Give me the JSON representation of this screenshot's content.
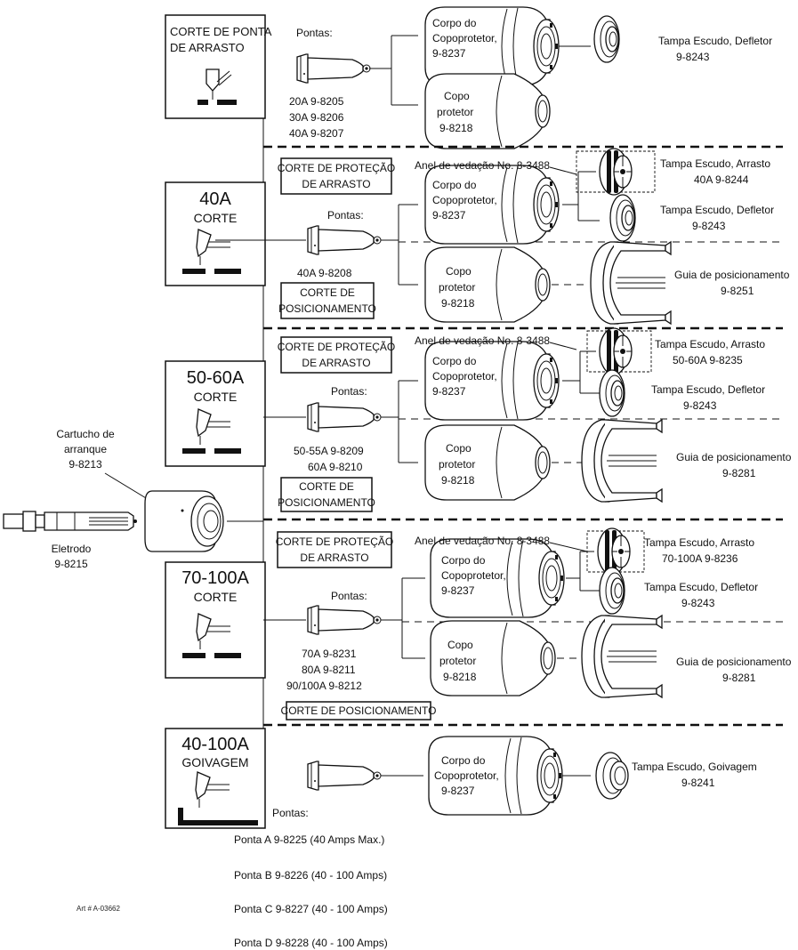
{
  "sections": [
    {
      "title_lines": [
        "CORTE DE PONTA",
        "DE ARRASTO"
      ],
      "tips_label": "Pontas:",
      "tips": [
        "20A  9-8205",
        "30A  9-8206",
        "40A  9-8207"
      ],
      "body_lines": [
        "Corpo do",
        "Copoprotetor,",
        "9-8237"
      ],
      "cup_lines": [
        "Copo",
        "protetor",
        "9-8218"
      ],
      "shield_lines": [
        "Tampa Escudo, Defletor",
        "9-8243"
      ]
    },
    {
      "amp": "40A",
      "mode": "CORTE",
      "drag_label_lines": [
        "CORTE DE PROTEÇÃO",
        "DE ARRASTO"
      ],
      "standoff_label_lines": [
        "CORTE DE",
        "POSICIONAMENTO"
      ],
      "tips_label": "Pontas:",
      "tips": [
        "40A  9-8208"
      ],
      "oring": "Anel de vedação No. 8-3488",
      "body_lines": [
        "Corpo do",
        "Copoprotetor,",
        "9-8237"
      ],
      "cup_lines": [
        "Copo",
        "protetor",
        "9-8218"
      ],
      "drag_shield_lines": [
        "Tampa Escudo, Arrasto",
        "40A  9-8244"
      ],
      "shield_lines": [
        "Tampa Escudo, Defletor",
        "9-8243"
      ],
      "guide_lines": [
        "Guia de posicionamento",
        "9-8251"
      ]
    },
    {
      "amp": "50-60A",
      "mode": "CORTE",
      "drag_label_lines": [
        "CORTE DE PROTEÇÃO",
        "DE ARRASTO"
      ],
      "standoff_label_lines": [
        "CORTE DE",
        "POSICIONAMENTO"
      ],
      "tips_label": "Pontas:",
      "tips": [
        "50-55A  9-8209",
        "60A  9-8210"
      ],
      "oring": "Anel de vedação No. 8-3488",
      "body_lines": [
        "Corpo do",
        "Copoprotetor,",
        "9-8237"
      ],
      "cup_lines": [
        "Copo",
        "protetor",
        "9-8218"
      ],
      "drag_shield_lines": [
        "Tampa Escudo, Arrasto",
        "50-60A  9-8235"
      ],
      "shield_lines": [
        "Tampa Escudo, Defletor",
        "9-8243"
      ],
      "guide_lines": [
        "Guia de posicionamento",
        "9-8281"
      ]
    },
    {
      "amp": "70-100A",
      "mode": "CORTE",
      "drag_label_lines": [
        "CORTE DE PROTEÇÃO",
        "DE ARRASTO"
      ],
      "standoff_label": "CORTE DE POSICIONAMENTO",
      "tips_label": "Pontas:",
      "tips": [
        "70A  9-8231",
        "80A  9-8211",
        "90/100A  9-8212"
      ],
      "oring": "Anel de vedação No. 8-3488",
      "body_lines": [
        "Corpo do",
        "Copoprotetor,",
        "9-8237"
      ],
      "cup_lines": [
        "Copo",
        "protetor",
        "9-8218"
      ],
      "drag_shield_lines": [
        "Tampa Escudo, Arrasto",
        "70-100A  9-8236"
      ],
      "shield_lines": [
        "Tampa Escudo, Defletor",
        "9-8243"
      ],
      "guide_lines": [
        "Guia de posicionamento",
        "9-8281"
      ]
    },
    {
      "amp": "40-100A",
      "mode": "GOIVAGEM",
      "tips_label": "Pontas:",
      "body_lines": [
        "Corpo do",
        "Copoprotetor,",
        "9-8237"
      ],
      "gouge_shield_lines": [
        "Tampa Escudo, Goivagem",
        "9-8241"
      ],
      "gouge_tips": [
        "Ponta A  9-8225 (40 Amps Max.)",
        "Ponta B  9-8226 (40 - 100 Amps)",
        "Ponta C  9-8227 (40 - 100 Amps)",
        "Ponta D  9-8228 (40 - 100 Amps)"
      ]
    }
  ],
  "cartridge_lines": [
    "Cartucho de",
    "arranque",
    "9-8213"
  ],
  "electrode_lines": [
    "Eletrodo",
    "9-8215"
  ],
  "art_number": "Art # A-03662"
}
